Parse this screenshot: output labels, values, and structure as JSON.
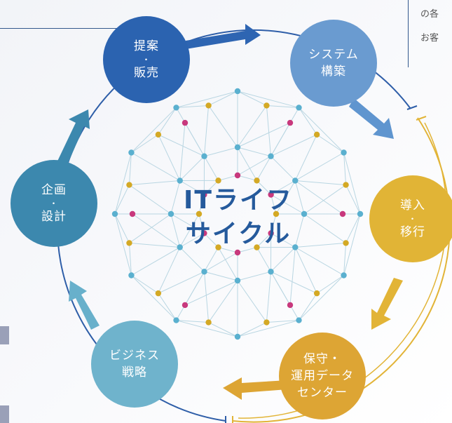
{
  "center_title": {
    "line1": "ITライフ",
    "line2": "サイクル"
  },
  "nodes": {
    "proposal": {
      "line1": "提案",
      "sep": "・",
      "line2": "販売",
      "color": "#2b63b0"
    },
    "system": {
      "line1": "システム",
      "line2": "構築",
      "color": "#6a9bd0"
    },
    "intro": {
      "line1": "導入",
      "sep": "・",
      "line2": "移行",
      "color": "#e1b436"
    },
    "maintenance": {
      "line1": "保守・",
      "line2": "運用データ",
      "line3": "センター",
      "color": "#dda534"
    },
    "strategy": {
      "line1": "ビジネス",
      "line2": "戦略",
      "color": "#6fb3cc"
    },
    "planning": {
      "line1": "企画",
      "sep": "・",
      "line2": "設計",
      "color": "#3c88ae"
    }
  },
  "side_text": {
    "line1": "の各",
    "line2": "お客"
  },
  "colors": {
    "blue_ring": "#2e5ea8",
    "gold_ring": "#e2b437",
    "pink": "#c8397d",
    "gold_dot": "#d4a925",
    "light_blue_dot": "#5ab0cf"
  }
}
